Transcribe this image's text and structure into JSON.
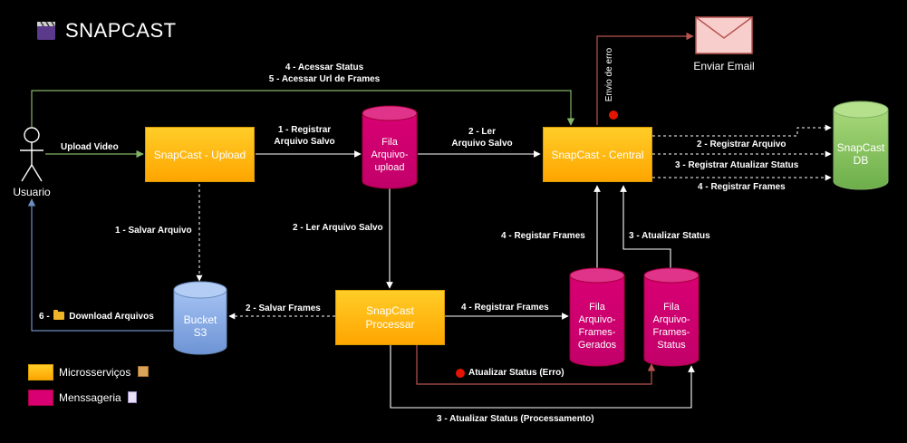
{
  "title": "SNAPCAST",
  "icons": {
    "title": "clapper-board-icon",
    "email": "envelope-icon",
    "user": "stick-figure-icon",
    "folder": "folder-icon",
    "box": "package-icon",
    "page": "document-icon"
  },
  "colors": {
    "microservice": "#ffb300",
    "queue": "#d80073",
    "db": "#7ec356",
    "bucket": "#7ea6e0",
    "error": "#e51400",
    "green_arrow": "#82b366",
    "blue_arrow": "#6c8ebf",
    "red_arrow": "#b85450"
  },
  "nodes": {
    "user": "Usuario",
    "upload": "SnapCast - Upload",
    "fila_upload": [
      "Fila",
      "Arquivo-",
      "upload"
    ],
    "central": "SnapCast - Central",
    "db": [
      "SnapCast",
      "DB"
    ],
    "email": "Enviar Email",
    "bucket": [
      "Bucket",
      "S3"
    ],
    "processar": [
      "SnapCast",
      "Processar"
    ],
    "fila_frames_gerados": [
      "Fila",
      "Arquivo-",
      "Frames-",
      "Gerados"
    ],
    "fila_frames_status": [
      "Fila",
      "Arquivo-",
      "Frames-",
      "Status"
    ]
  },
  "edges": {
    "acessar_status": "4 - Acessar Status",
    "acessar_url": "5 - Acessar Url de Frames",
    "upload_video": "Upload Video",
    "registrar_salvo_1": "1 - Registrar",
    "registrar_salvo_2": "Arquivo Salvo",
    "ler_salvo_1": "2 - Ler",
    "ler_salvo_2": "Arquivo Salvo",
    "envio_erro": "Envio de erro",
    "reg_arquivo": "2 - Registrar Arquivo",
    "reg_status": "3 - Registrar Atualizar Status",
    "reg_frames": "4 - Registrar Frames",
    "salvar_arquivo": "1 - Salvar Arquivo",
    "ler_arquivo_salvo": "2 - Ler Arquivo Salvo",
    "registar_frames": "4 - Registar Frames",
    "atualizar_status": "3 - Atualizar Status",
    "download": "Download Arquivos",
    "download_num": "6 -",
    "salvar_frames": "2 - Salvar Frames",
    "registrar_frames_proc": "4 - Registrar Frames",
    "status_erro": "Atualizar Status (Erro)",
    "status_proc": "3 - Atualizar Status (Processamento)"
  },
  "legend": {
    "micro": "Microsserviços",
    "msg": "Menssageria"
  }
}
